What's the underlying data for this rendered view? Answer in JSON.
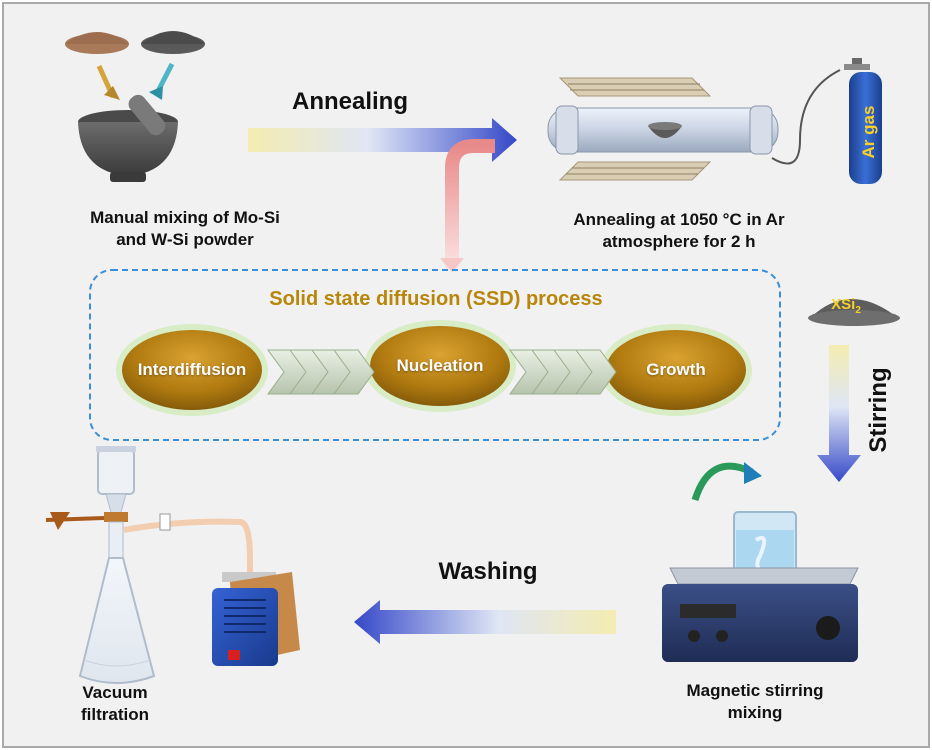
{
  "steps": {
    "mixing": {
      "line1": "Manual mixing of Mo-Si",
      "line2": "and W-Si powder"
    },
    "annealing": {
      "line1": "Annealing at 1050 °C in Ar",
      "line2": "atmosphere for 2 h"
    },
    "stirring": {
      "line1": "Magnetic stirring",
      "line2": "mixing"
    },
    "filtration": {
      "line1": "Vacuum",
      "line2": "filtration"
    }
  },
  "arrows": {
    "annealing": "Annealing",
    "stirring": "Stirring",
    "washing": "Washing"
  },
  "ssd": {
    "title": "Solid state diffusion (SSD) process",
    "stages": [
      "Interdiffusion",
      "Nucleation",
      "Growth"
    ]
  },
  "labels": {
    "ar_gas": "Ar gas",
    "product": "XSi",
    "product_sub": "2"
  },
  "colors": {
    "background": "#f1f1f1",
    "oval_gold": "#b07a10",
    "dashed_box": "#3a8fd6",
    "ssd_title": "#b8860b",
    "arrow_blue": "#3a4fd0",
    "arrow_yellow": "#f3e9a6",
    "ar_cylinder": "#2a58b8"
  }
}
